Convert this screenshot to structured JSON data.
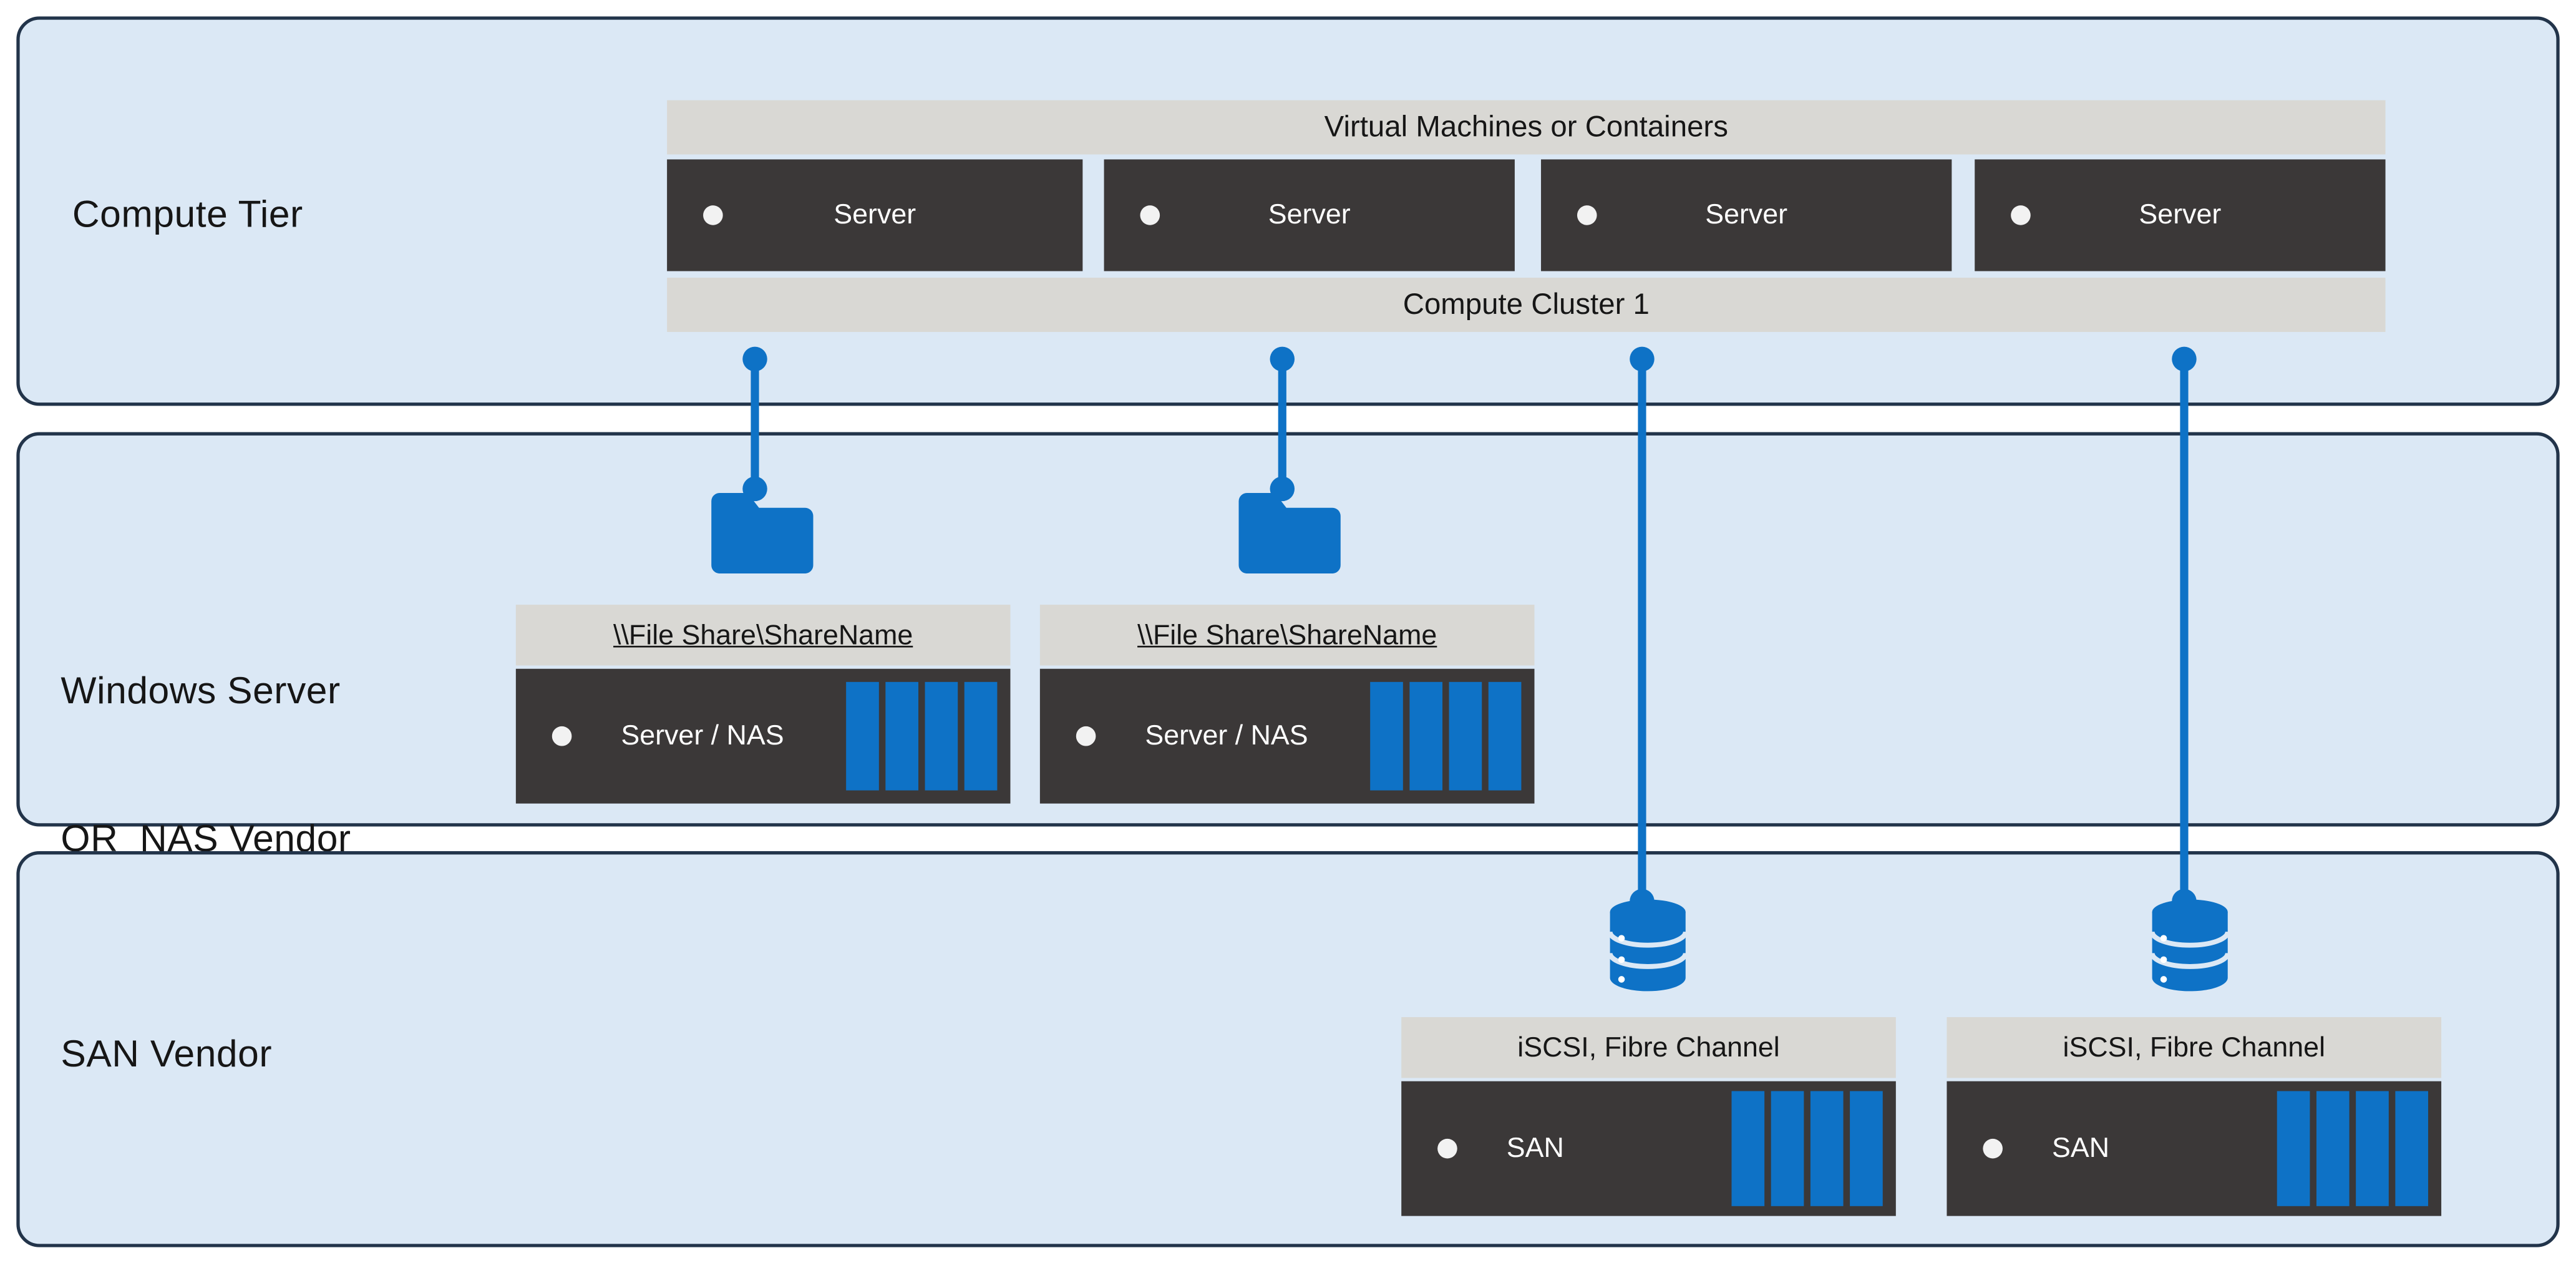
{
  "diagram": {
    "tiers": {
      "compute": {
        "label": "Compute Tier"
      },
      "nas": {
        "line1": "Windows Server",
        "line2": "OR  NAS Vendor"
      },
      "san": {
        "label": "SAN Vendor"
      }
    },
    "compute": {
      "top_banner": "Virtual Machines or Containers",
      "bottom_banner": "Compute Cluster 1",
      "servers": [
        "Server",
        "Server",
        "Server",
        "Server"
      ]
    },
    "nas_nodes": [
      {
        "header": "\\\\File Share\\ShareName",
        "label": "Server / NAS"
      },
      {
        "header": "\\\\File Share\\ShareName",
        "label": "Server / NAS"
      }
    ],
    "san_nodes": [
      {
        "header": "iSCSI, Fibre Channel",
        "label": "SAN"
      },
      {
        "header": "iSCSI, Fibre Channel",
        "label": "SAN"
      }
    ],
    "colors": {
      "tier_fill": "#dbe8f5",
      "tier_border": "#22344a",
      "banner_fill": "#d9d8d4",
      "node_dark": "#3b3838",
      "accent_blue": "#0e72c6",
      "text_dark": "#161616",
      "text_light": "#ffffff"
    }
  }
}
